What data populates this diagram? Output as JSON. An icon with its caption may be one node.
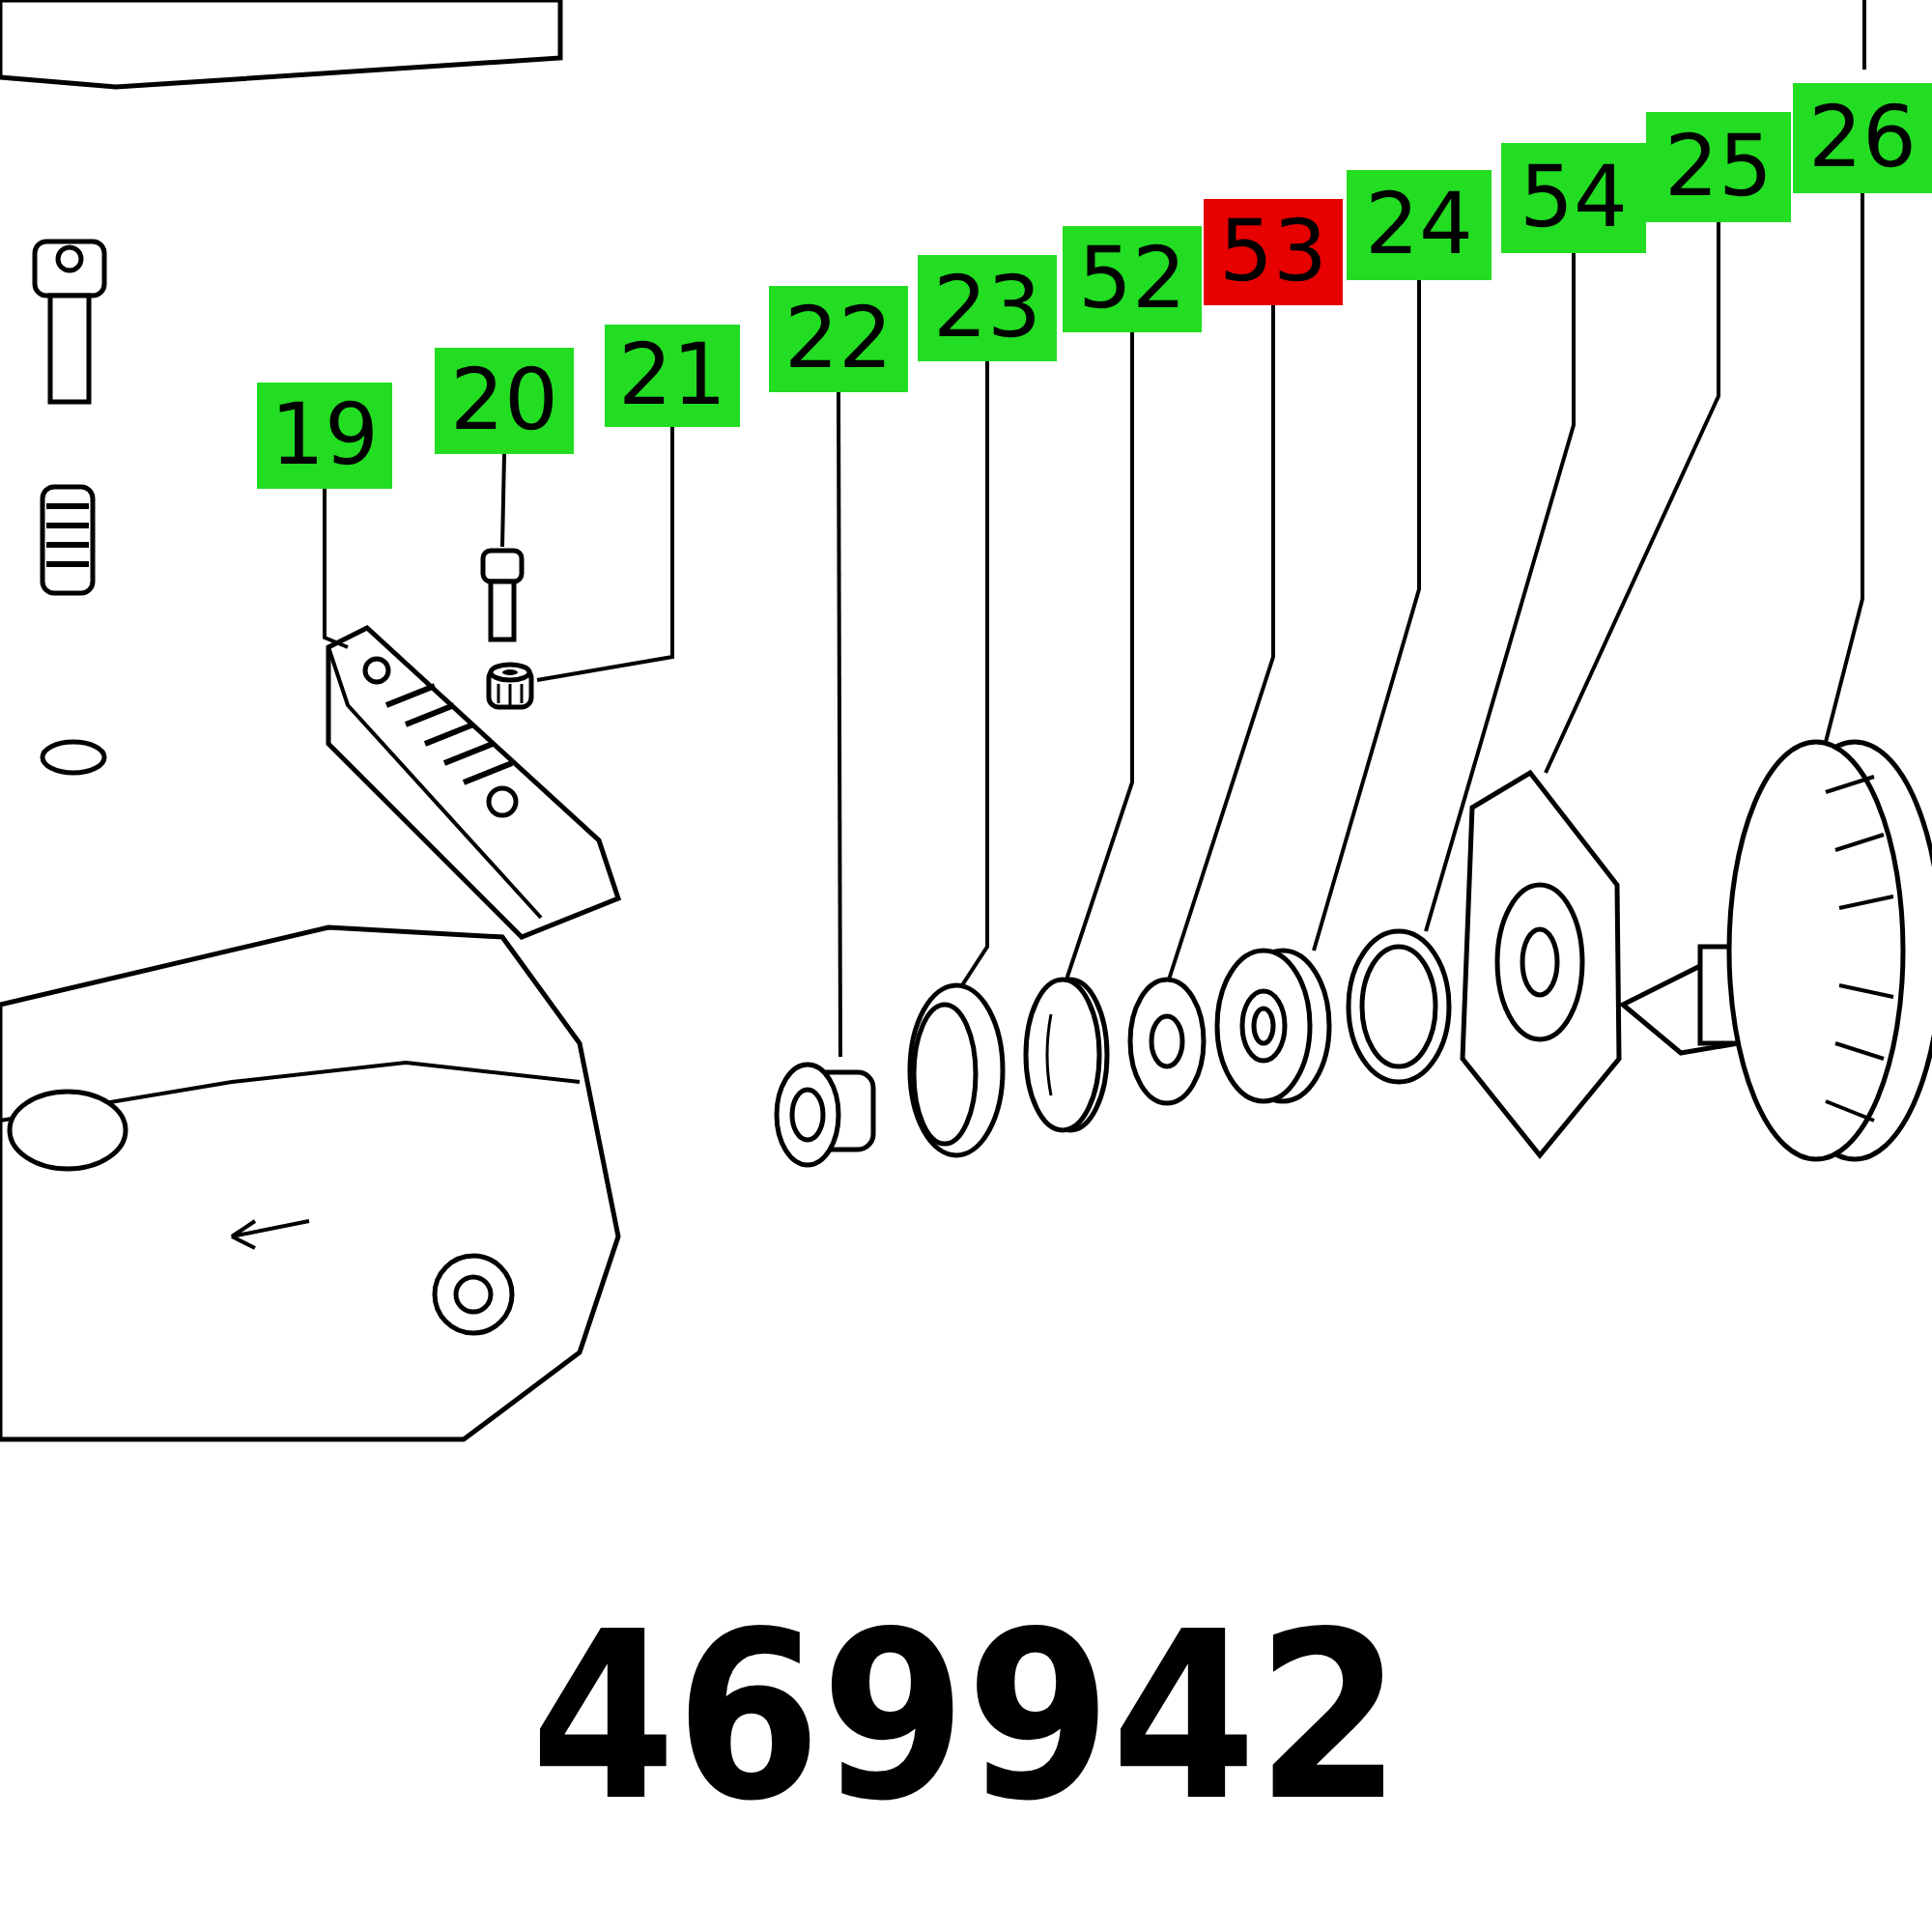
{
  "diagram": {
    "nodes": [
      {
        "text": [
          "19"
        ]
      },
      {
        "text": [
          "20"
        ]
      },
      {
        "text": [
          "21"
        ]
      },
      {
        "text": [
          "22"
        ]
      },
      {
        "text": [
          "23"
        ]
      },
      {
        "text": [
          "52"
        ]
      },
      {
        "text": [
          "53"
        ]
      },
      {
        "text": [
          "24"
        ]
      },
      {
        "text": [
          "54"
        ]
      },
      {
        "text": [
          "25"
        ]
      },
      {
        "text": [
          "26"
        ]
      },
      {
        "text": [],
        "shape": "picture"
      },
      {
        "text": [],
        "shape": "picture"
      },
      {
        "text": [],
        "shape": "picture"
      },
      {
        "text": [],
        "shape": "picture"
      },
      {
        "text": [],
        "shape": "picture"
      },
      {
        "text": [],
        "shape": "picture"
      },
      {
        "text": [],
        "shape": "picture"
      },
      {
        "text": [],
        "shape": "picture"
      },
      {
        "text": [],
        "shape": "picture"
      },
      {
        "text": [],
        "shape": "picture"
      },
      {
        "text": [],
        "shape": "picture"
      }
    ],
    "edges": [
      {
        "from": 0,
        "to": 11,
        "arrow": "none"
      },
      {
        "from": 1,
        "to": 12,
        "arrow": "none"
      },
      {
        "from": 2,
        "to": 13,
        "arrow": "none"
      },
      {
        "from": 3,
        "to": 14,
        "arrow": "none"
      },
      {
        "from": 4,
        "to": 15,
        "arrow": "none"
      },
      {
        "from": 5,
        "to": 16,
        "arrow": "none"
      },
      {
        "from": 6,
        "to": 17,
        "arrow": "none"
      },
      {
        "from": 7,
        "to": 18,
        "arrow": "none"
      },
      {
        "from": 8,
        "to": 19,
        "arrow": "none"
      },
      {
        "from": 9,
        "to": 20,
        "arrow": "none"
      },
      {
        "from": 10,
        "to": 21,
        "arrow": "none"
      }
    ],
    "labels": [
      "469942"
    ]
  }
}
